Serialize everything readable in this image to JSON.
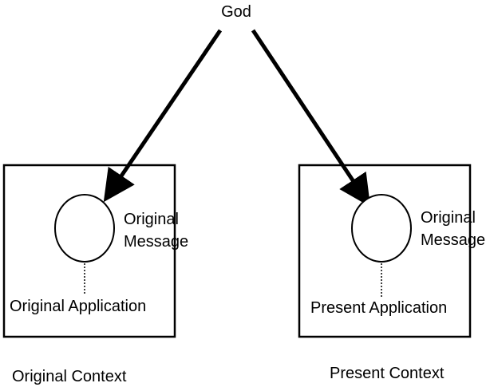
{
  "top_label": "God",
  "left": {
    "circle_label_line1": "Original",
    "circle_label_line2": "Message",
    "application_label": "Original Application",
    "context_label": "Original Context"
  },
  "right": {
    "circle_label_line1": "Original",
    "circle_label_line2": "Message",
    "application_label": "Present Application",
    "context_label": "Present Context"
  }
}
